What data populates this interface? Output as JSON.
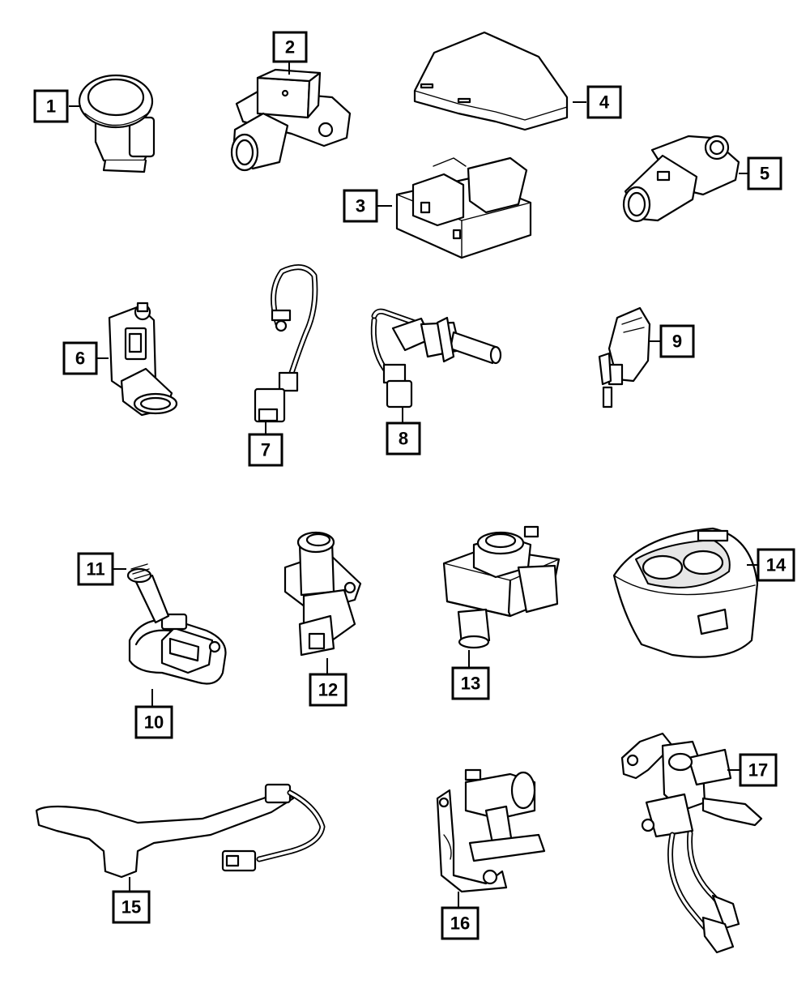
{
  "callouts": [
    "1",
    "2",
    "3",
    "4",
    "5",
    "6",
    "7",
    "8",
    "9",
    "10",
    "11",
    "12",
    "13",
    "14",
    "15",
    "16",
    "17"
  ],
  "colors": {
    "line": "#000000",
    "background": "#ffffff",
    "shade": "#e6e6e6"
  },
  "parts": [
    {
      "callout": "1",
      "icon": "parking-sensor-icon"
    },
    {
      "callout": "2",
      "icon": "impact-sensor-icon"
    },
    {
      "callout": "3",
      "icon": "control-module-icon"
    },
    {
      "callout": "4",
      "icon": "module-cover-icon"
    },
    {
      "callout": "5",
      "icon": "knock-sensor-icon"
    },
    {
      "callout": "6",
      "icon": "map-sensor-icon"
    },
    {
      "callout": "7",
      "icon": "oxygen-sensor-icon"
    },
    {
      "callout": "8",
      "icon": "temperature-sensor-icon"
    },
    {
      "callout": "9",
      "icon": "switch-sensor-icon"
    },
    {
      "callout": "10",
      "icon": "tpms-sensor-icon"
    },
    {
      "callout": "11",
      "icon": "valve-stem-icon"
    },
    {
      "callout": "12",
      "icon": "camshaft-sensor-icon"
    },
    {
      "callout": "13",
      "icon": "level-sensor-icon"
    },
    {
      "callout": "14",
      "icon": "radar-sensor-icon"
    },
    {
      "callout": "15",
      "icon": "flat-wire-sensor-icon"
    },
    {
      "callout": "16",
      "icon": "pressure-sensor-bracket-icon"
    },
    {
      "callout": "17",
      "icon": "harness-sensor-bracket-icon"
    }
  ]
}
